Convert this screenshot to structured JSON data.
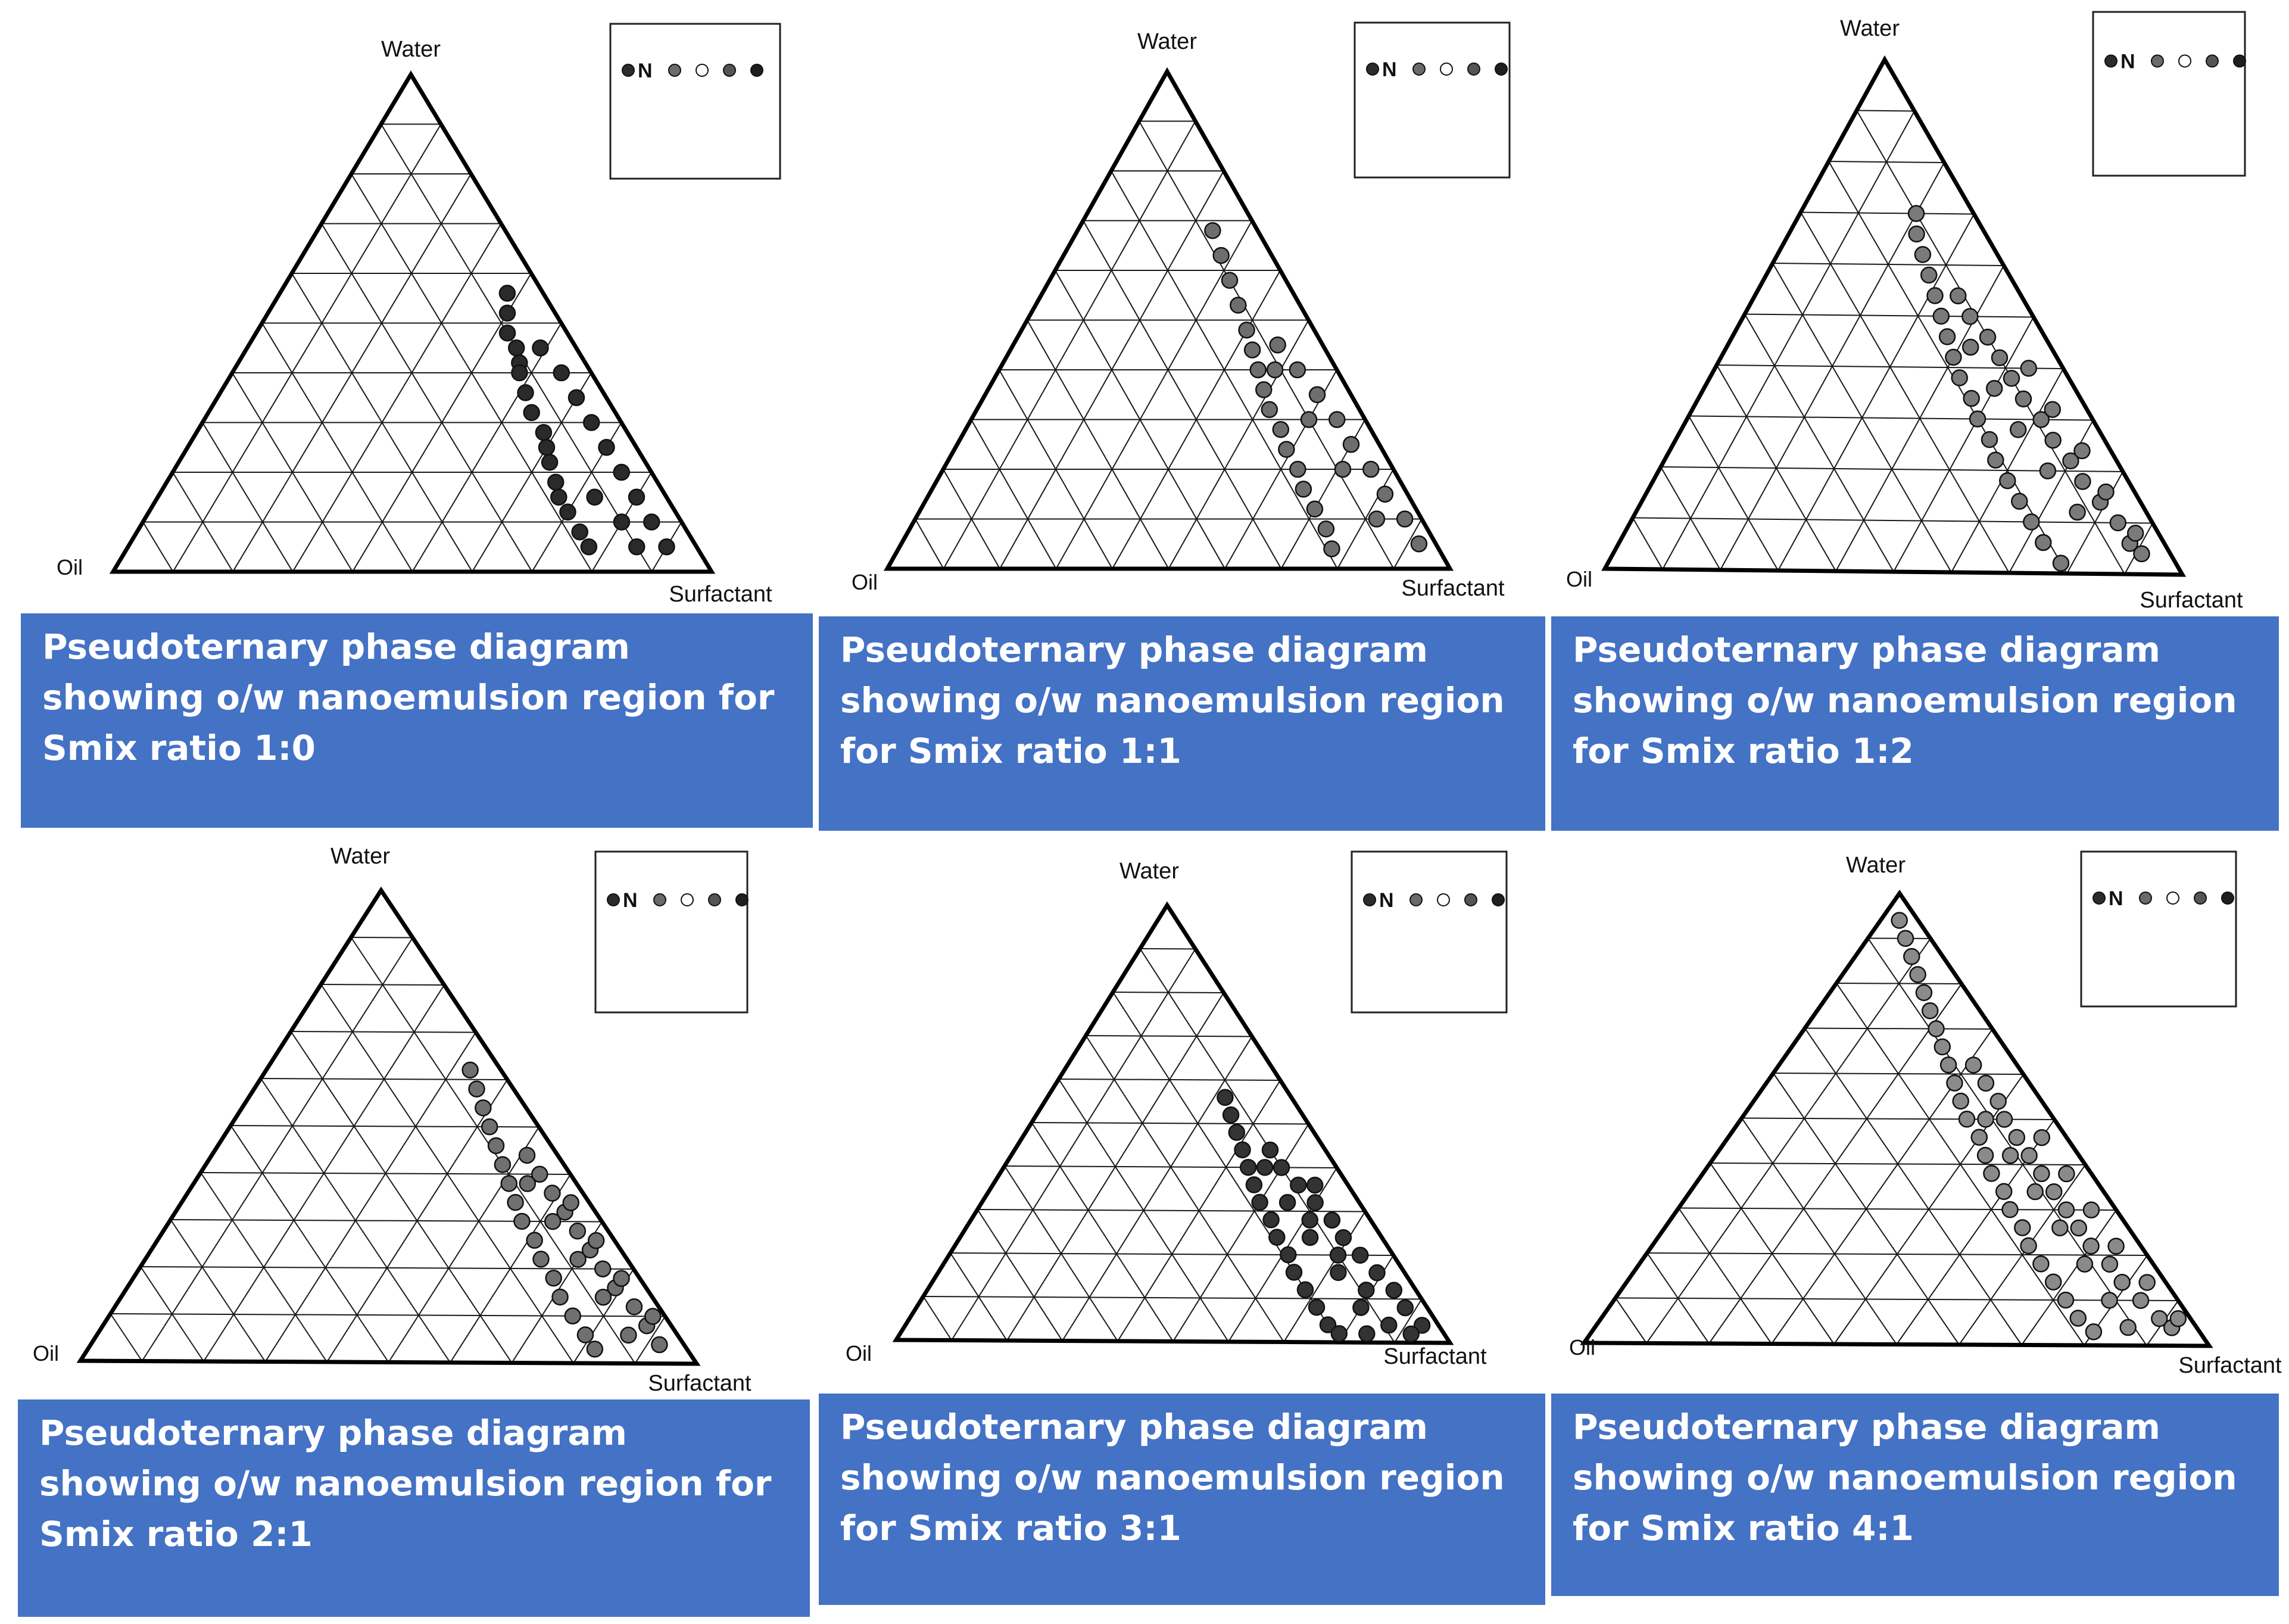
{
  "panels": [
    {
      "vertex_labels": {
        "top": "Water",
        "left": "Oil",
        "right": "Surfactant"
      },
      "legend_label": "N",
      "caption": "Pseudoternary phase diagram showing o/w nanoemulsion region for Smix ratio 1:0",
      "point_color": "#2a2a2a",
      "region_points": [
        [
          0.56,
          0.06,
          0.38
        ],
        [
          0.52,
          0.08,
          0.4
        ],
        [
          0.48,
          0.1,
          0.42
        ],
        [
          0.45,
          0.1,
          0.45
        ],
        [
          0.42,
          0.11,
          0.47
        ],
        [
          0.4,
          0.12,
          0.48
        ],
        [
          0.36,
          0.13,
          0.51
        ],
        [
          0.32,
          0.14,
          0.54
        ],
        [
          0.28,
          0.14,
          0.58
        ],
        [
          0.25,
          0.15,
          0.6
        ],
        [
          0.22,
          0.16,
          0.62
        ],
        [
          0.18,
          0.17,
          0.65
        ],
        [
          0.15,
          0.18,
          0.67
        ],
        [
          0.12,
          0.18,
          0.7
        ],
        [
          0.08,
          0.18,
          0.74
        ],
        [
          0.05,
          0.18,
          0.77
        ],
        [
          0.45,
          0.06,
          0.49
        ],
        [
          0.4,
          0.05,
          0.55
        ],
        [
          0.35,
          0.05,
          0.6
        ],
        [
          0.3,
          0.05,
          0.65
        ],
        [
          0.25,
          0.05,
          0.7
        ],
        [
          0.2,
          0.05,
          0.75
        ],
        [
          0.15,
          0.05,
          0.8
        ],
        [
          0.1,
          0.05,
          0.85
        ],
        [
          0.05,
          0.05,
          0.9
        ],
        [
          0.1,
          0.1,
          0.8
        ],
        [
          0.15,
          0.12,
          0.73
        ],
        [
          0.05,
          0.1,
          0.85
        ]
      ]
    },
    {
      "vertex_labels": {
        "top": "Water",
        "left": "Oil",
        "right": "Surfactant"
      },
      "legend_label": "N",
      "caption": "Pseudoternary phase diagram showing o/w nanoemulsion region for Smix ratio 1:1",
      "point_color": "#6e6e6e",
      "region_points": [
        [
          0.68,
          0.08,
          0.24
        ],
        [
          0.63,
          0.09,
          0.28
        ],
        [
          0.58,
          0.1,
          0.32
        ],
        [
          0.53,
          0.11,
          0.36
        ],
        [
          0.48,
          0.12,
          0.4
        ],
        [
          0.44,
          0.13,
          0.43
        ],
        [
          0.4,
          0.14,
          0.46
        ],
        [
          0.36,
          0.15,
          0.49
        ],
        [
          0.32,
          0.16,
          0.52
        ],
        [
          0.28,
          0.16,
          0.56
        ],
        [
          0.24,
          0.17,
          0.59
        ],
        [
          0.2,
          0.17,
          0.63
        ],
        [
          0.16,
          0.18,
          0.66
        ],
        [
          0.12,
          0.18,
          0.7
        ],
        [
          0.08,
          0.18,
          0.74
        ],
        [
          0.04,
          0.19,
          0.77
        ],
        [
          0.45,
          0.08,
          0.47
        ],
        [
          0.4,
          0.07,
          0.53
        ],
        [
          0.35,
          0.06,
          0.59
        ],
        [
          0.3,
          0.05,
          0.65
        ],
        [
          0.25,
          0.05,
          0.7
        ],
        [
          0.2,
          0.04,
          0.76
        ],
        [
          0.15,
          0.04,
          0.81
        ],
        [
          0.1,
          0.03,
          0.87
        ],
        [
          0.05,
          0.03,
          0.92
        ],
        [
          0.4,
          0.11,
          0.49
        ],
        [
          0.3,
          0.1,
          0.6
        ],
        [
          0.2,
          0.09,
          0.71
        ],
        [
          0.1,
          0.08,
          0.82
        ]
      ]
    },
    {
      "vertex_labels": {
        "top": "Water",
        "left": "Oil",
        "right": "Surfactant"
      },
      "legend_label": "N",
      "caption": "Pseudoternary phase diagram showing o/w nanoemulsion region for Smix ratio 1:2",
      "point_color": "#7a7a7a",
      "region_points": [
        [
          0.7,
          0.1,
          0.2
        ],
        [
          0.66,
          0.12,
          0.22
        ],
        [
          0.62,
          0.13,
          0.25
        ],
        [
          0.58,
          0.14,
          0.28
        ],
        [
          0.54,
          0.15,
          0.31
        ],
        [
          0.5,
          0.16,
          0.34
        ],
        [
          0.46,
          0.17,
          0.37
        ],
        [
          0.42,
          0.18,
          0.4
        ],
        [
          0.38,
          0.19,
          0.43
        ],
        [
          0.34,
          0.19,
          0.47
        ],
        [
          0.3,
          0.2,
          0.5
        ],
        [
          0.26,
          0.2,
          0.54
        ],
        [
          0.22,
          0.21,
          0.57
        ],
        [
          0.18,
          0.21,
          0.61
        ],
        [
          0.14,
          0.21,
          0.65
        ],
        [
          0.1,
          0.21,
          0.69
        ],
        [
          0.06,
          0.21,
          0.73
        ],
        [
          0.02,
          0.2,
          0.78
        ],
        [
          0.54,
          0.11,
          0.35
        ],
        [
          0.5,
          0.11,
          0.39
        ],
        [
          0.46,
          0.1,
          0.44
        ],
        [
          0.42,
          0.1,
          0.48
        ],
        [
          0.38,
          0.1,
          0.52
        ],
        [
          0.34,
          0.1,
          0.56
        ],
        [
          0.3,
          0.09,
          0.61
        ],
        [
          0.26,
          0.09,
          0.65
        ],
        [
          0.22,
          0.08,
          0.7
        ],
        [
          0.18,
          0.08,
          0.74
        ],
        [
          0.14,
          0.07,
          0.79
        ],
        [
          0.1,
          0.06,
          0.84
        ],
        [
          0.06,
          0.06,
          0.88
        ],
        [
          0.04,
          0.05,
          0.91
        ],
        [
          0.44,
          0.14,
          0.42
        ],
        [
          0.36,
          0.14,
          0.5
        ],
        [
          0.28,
          0.14,
          0.58
        ],
        [
          0.2,
          0.13,
          0.67
        ],
        [
          0.12,
          0.12,
          0.76
        ],
        [
          0.4,
          0.06,
          0.54
        ],
        [
          0.32,
          0.06,
          0.62
        ],
        [
          0.24,
          0.05,
          0.71
        ],
        [
          0.16,
          0.05,
          0.79
        ],
        [
          0.08,
          0.04,
          0.88
        ]
      ]
    },
    {
      "vertex_labels": {
        "top": "Water",
        "left": "Oil",
        "right": "Surfactant"
      },
      "legend_label": "N",
      "caption": "Pseudoternary phase diagram showing o/w nanoemulsion region for Smix ratio 2:1",
      "point_color": "#707070",
      "region_points": [
        [
          0.62,
          0.05,
          0.33
        ],
        [
          0.58,
          0.06,
          0.36
        ],
        [
          0.54,
          0.07,
          0.39
        ],
        [
          0.5,
          0.08,
          0.42
        ],
        [
          0.46,
          0.09,
          0.45
        ],
        [
          0.42,
          0.1,
          0.48
        ],
        [
          0.38,
          0.11,
          0.51
        ],
        [
          0.34,
          0.12,
          0.54
        ],
        [
          0.3,
          0.13,
          0.57
        ],
        [
          0.26,
          0.13,
          0.61
        ],
        [
          0.22,
          0.14,
          0.64
        ],
        [
          0.18,
          0.14,
          0.68
        ],
        [
          0.14,
          0.15,
          0.71
        ],
        [
          0.1,
          0.15,
          0.75
        ],
        [
          0.06,
          0.15,
          0.79
        ],
        [
          0.03,
          0.15,
          0.82
        ],
        [
          0.44,
          0.05,
          0.51
        ],
        [
          0.4,
          0.05,
          0.55
        ],
        [
          0.36,
          0.05,
          0.59
        ],
        [
          0.32,
          0.05,
          0.63
        ],
        [
          0.28,
          0.05,
          0.67
        ],
        [
          0.24,
          0.05,
          0.71
        ],
        [
          0.2,
          0.05,
          0.75
        ],
        [
          0.16,
          0.05,
          0.79
        ],
        [
          0.12,
          0.04,
          0.84
        ],
        [
          0.08,
          0.04,
          0.88
        ],
        [
          0.04,
          0.04,
          0.92
        ],
        [
          0.38,
          0.08,
          0.54
        ],
        [
          0.3,
          0.08,
          0.62
        ],
        [
          0.22,
          0.08,
          0.7
        ],
        [
          0.14,
          0.08,
          0.78
        ],
        [
          0.06,
          0.08,
          0.86
        ],
        [
          0.34,
          0.03,
          0.63
        ],
        [
          0.26,
          0.03,
          0.71
        ],
        [
          0.18,
          0.03,
          0.79
        ],
        [
          0.1,
          0.02,
          0.88
        ]
      ]
    },
    {
      "vertex_labels": {
        "top": "Water",
        "left": "Oil",
        "right": "Surfactant"
      },
      "legend_label": "N",
      "caption": "Pseudoternary phase diagram showing o/w nanoemulsion region for Smix ratio 3:1",
      "point_color": "#333333",
      "region_points": [
        [
          0.56,
          0.12,
          0.32
        ],
        [
          0.52,
          0.13,
          0.35
        ],
        [
          0.48,
          0.14,
          0.38
        ],
        [
          0.44,
          0.15,
          0.41
        ],
        [
          0.4,
          0.16,
          0.44
        ],
        [
          0.36,
          0.17,
          0.47
        ],
        [
          0.32,
          0.18,
          0.5
        ],
        [
          0.28,
          0.18,
          0.54
        ],
        [
          0.24,
          0.19,
          0.57
        ],
        [
          0.2,
          0.19,
          0.61
        ],
        [
          0.16,
          0.2,
          0.64
        ],
        [
          0.12,
          0.2,
          0.68
        ],
        [
          0.08,
          0.2,
          0.72
        ],
        [
          0.04,
          0.2,
          0.76
        ],
        [
          0.02,
          0.19,
          0.79
        ],
        [
          0.44,
          0.1,
          0.46
        ],
        [
          0.4,
          0.1,
          0.5
        ],
        [
          0.36,
          0.09,
          0.55
        ],
        [
          0.32,
          0.08,
          0.6
        ],
        [
          0.28,
          0.07,
          0.65
        ],
        [
          0.24,
          0.07,
          0.69
        ],
        [
          0.2,
          0.06,
          0.74
        ],
        [
          0.16,
          0.05,
          0.79
        ],
        [
          0.12,
          0.04,
          0.84
        ],
        [
          0.08,
          0.04,
          0.88
        ],
        [
          0.04,
          0.03,
          0.93
        ],
        [
          0.4,
          0.13,
          0.47
        ],
        [
          0.32,
          0.13,
          0.55
        ],
        [
          0.24,
          0.13,
          0.63
        ],
        [
          0.16,
          0.12,
          0.72
        ],
        [
          0.08,
          0.12,
          0.8
        ],
        [
          0.36,
          0.06,
          0.58
        ],
        [
          0.28,
          0.11,
          0.61
        ],
        [
          0.2,
          0.1,
          0.7
        ],
        [
          0.12,
          0.09,
          0.79
        ],
        [
          0.04,
          0.09,
          0.87
        ],
        [
          0.02,
          0.14,
          0.84
        ],
        [
          0.02,
          0.06,
          0.92
        ]
      ]
    },
    {
      "vertex_labels": {
        "top": "Water",
        "left": "Oil",
        "right": "Surfactant"
      },
      "legend_label": "N",
      "caption": "Pseudoternary phase diagram showing o/w nanoemulsion region for Smix ratio 4:1",
      "point_color": "#8a8a8a",
      "region_points": [
        [
          0.94,
          0.03,
          0.03
        ],
        [
          0.9,
          0.04,
          0.06
        ],
        [
          0.86,
          0.05,
          0.09
        ],
        [
          0.82,
          0.06,
          0.12
        ],
        [
          0.78,
          0.07,
          0.15
        ],
        [
          0.74,
          0.08,
          0.18
        ],
        [
          0.7,
          0.09,
          0.21
        ],
        [
          0.66,
          0.1,
          0.24
        ],
        [
          0.62,
          0.11,
          0.27
        ],
        [
          0.58,
          0.12,
          0.3
        ],
        [
          0.54,
          0.13,
          0.33
        ],
        [
          0.5,
          0.14,
          0.36
        ],
        [
          0.46,
          0.14,
          0.4
        ],
        [
          0.42,
          0.15,
          0.43
        ],
        [
          0.38,
          0.16,
          0.46
        ],
        [
          0.34,
          0.16,
          0.5
        ],
        [
          0.3,
          0.17,
          0.53
        ],
        [
          0.26,
          0.17,
          0.57
        ],
        [
          0.22,
          0.18,
          0.6
        ],
        [
          0.18,
          0.18,
          0.64
        ],
        [
          0.14,
          0.18,
          0.68
        ],
        [
          0.1,
          0.18,
          0.72
        ],
        [
          0.06,
          0.18,
          0.76
        ],
        [
          0.03,
          0.17,
          0.8
        ],
        [
          0.62,
          0.07,
          0.31
        ],
        [
          0.58,
          0.07,
          0.35
        ],
        [
          0.54,
          0.07,
          0.39
        ],
        [
          0.5,
          0.08,
          0.42
        ],
        [
          0.46,
          0.08,
          0.46
        ],
        [
          0.42,
          0.08,
          0.5
        ],
        [
          0.38,
          0.08,
          0.54
        ],
        [
          0.34,
          0.08,
          0.58
        ],
        [
          0.3,
          0.08,
          0.62
        ],
        [
          0.26,
          0.08,
          0.66
        ],
        [
          0.22,
          0.08,
          0.7
        ],
        [
          0.18,
          0.07,
          0.75
        ],
        [
          0.14,
          0.07,
          0.79
        ],
        [
          0.1,
          0.06,
          0.84
        ],
        [
          0.06,
          0.05,
          0.89
        ],
        [
          0.04,
          0.04,
          0.92
        ],
        [
          0.5,
          0.11,
          0.39
        ],
        [
          0.42,
          0.11,
          0.47
        ],
        [
          0.34,
          0.11,
          0.55
        ],
        [
          0.26,
          0.11,
          0.63
        ],
        [
          0.18,
          0.11,
          0.71
        ],
        [
          0.1,
          0.11,
          0.79
        ],
        [
          0.04,
          0.11,
          0.85
        ],
        [
          0.46,
          0.04,
          0.5
        ],
        [
          0.38,
          0.04,
          0.58
        ],
        [
          0.3,
          0.04,
          0.66
        ],
        [
          0.22,
          0.04,
          0.74
        ],
        [
          0.14,
          0.03,
          0.83
        ],
        [
          0.06,
          0.02,
          0.92
        ]
      ]
    }
  ],
  "legend_colors": [
    "#2b2b2b",
    "#6a6a6a",
    "#ffffff",
    "#555555",
    "#1e1e1e"
  ],
  "caption_bg": "#4472c4"
}
